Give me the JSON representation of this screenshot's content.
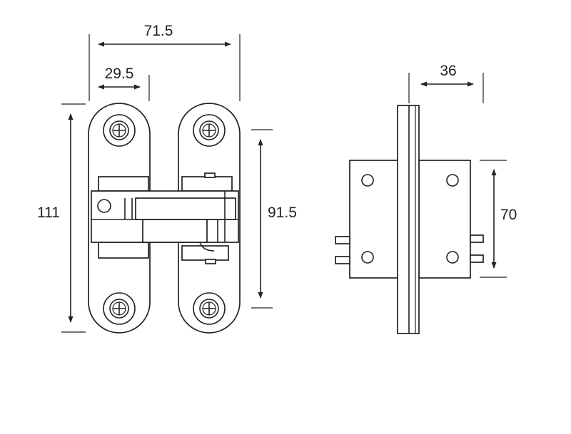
{
  "dimensions": {
    "overall_width": "71.5",
    "leaf_width": "29.5",
    "overall_height": "111",
    "hole_spacing": "91.5",
    "side_depth": "36",
    "side_height": "70"
  },
  "colors": {
    "line": "#222222",
    "background": "#ffffff"
  },
  "icons": {
    "screw": "cross-head-screw-icon",
    "arrow": "double-arrow"
  }
}
